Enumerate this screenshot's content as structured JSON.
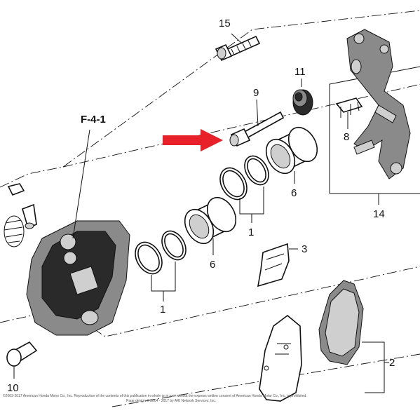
{
  "diagram": {
    "reference_label": "F-4-1",
    "callouts": {
      "c1_right": "1",
      "c1_left": "1",
      "c2": "2",
      "c3": "3",
      "c6_right": "6",
      "c6_left": "6",
      "c8": "8",
      "c9": "9",
      "c10": "10",
      "c11": "11",
      "c14": "14",
      "c15": "15"
    },
    "copyright_line1": "©2003-2017 American Honda Motor Co., Inc. Reproduction of the contents of this publication in whole or in part without the express written consent of American Honda Motor Co., Inc. is prohibited.",
    "copyright_line2": "Page design © 2004 - 2017 by ARI Network Services, Inc.",
    "colors": {
      "arrow": "#e8202a",
      "line": "#111111"
    },
    "pointer_icon": "red-arrow-icon"
  }
}
